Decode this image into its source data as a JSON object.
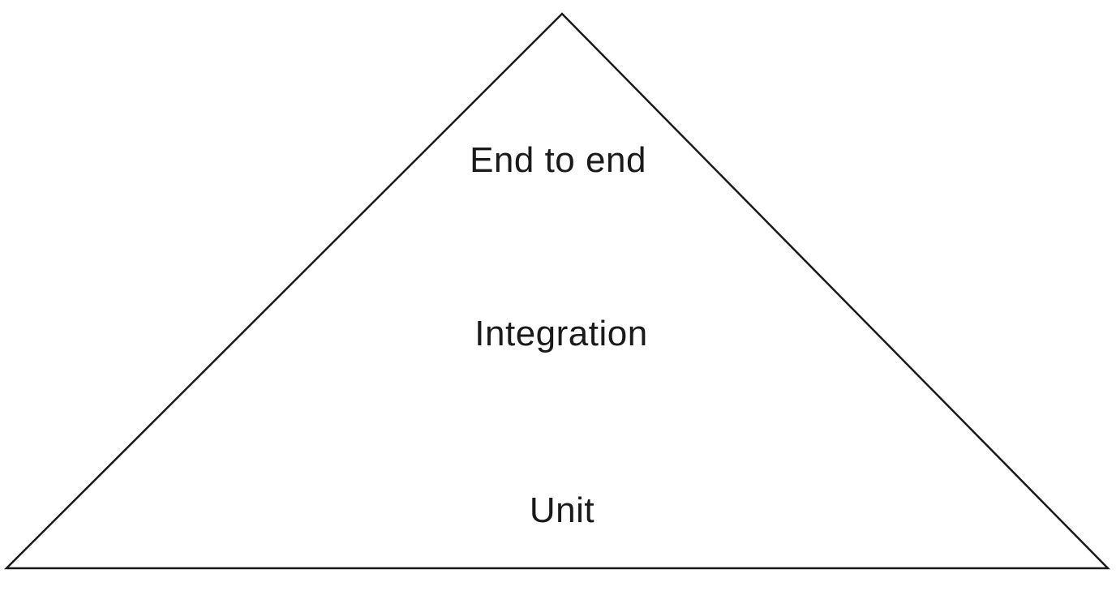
{
  "diagram": {
    "kind": "pyramid",
    "name": "test-pyramid",
    "levels": [
      {
        "label": "End to end",
        "position": "top"
      },
      {
        "label": "Integration",
        "position": "middle"
      },
      {
        "label": "Unit",
        "position": "bottom"
      }
    ],
    "colors": {
      "stroke": "#1a1a1a",
      "text": "#1a1a1a",
      "background": "#ffffff"
    }
  }
}
